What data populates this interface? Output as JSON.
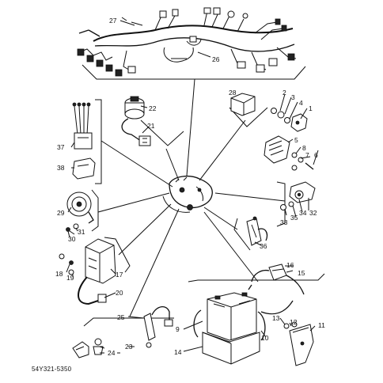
{
  "diagram": {
    "code": "54Y321-5350",
    "callouts": [
      {
        "id": "c1",
        "text": "1"
      },
      {
        "id": "c2",
        "text": "2"
      },
      {
        "id": "c3",
        "text": "3"
      },
      {
        "id": "c4",
        "text": "4"
      },
      {
        "id": "c5",
        "text": "5"
      },
      {
        "id": "c6",
        "text": "6"
      },
      {
        "id": "c7",
        "text": "7"
      },
      {
        "id": "c8",
        "text": "8"
      },
      {
        "id": "c9",
        "text": "9"
      },
      {
        "id": "c10",
        "text": "10"
      },
      {
        "id": "c11",
        "text": "11"
      },
      {
        "id": "c12",
        "text": "12"
      },
      {
        "id": "c13",
        "text": "13"
      },
      {
        "id": "c14",
        "text": "14"
      },
      {
        "id": "c15",
        "text": "15"
      },
      {
        "id": "c16",
        "text": "16"
      },
      {
        "id": "c17",
        "text": "17"
      },
      {
        "id": "c18",
        "text": "18"
      },
      {
        "id": "c19",
        "text": "19"
      },
      {
        "id": "c20",
        "text": "20"
      },
      {
        "id": "c21",
        "text": "21"
      },
      {
        "id": "c22",
        "text": "22"
      },
      {
        "id": "c23",
        "text": "23"
      },
      {
        "id": "c24",
        "text": "24"
      },
      {
        "id": "c25",
        "text": "25"
      },
      {
        "id": "c26",
        "text": "26"
      },
      {
        "id": "c27",
        "text": "27"
      },
      {
        "id": "c28",
        "text": "28"
      },
      {
        "id": "c29",
        "text": "29"
      },
      {
        "id": "c30",
        "text": "30"
      },
      {
        "id": "c31",
        "text": "31"
      },
      {
        "id": "c32",
        "text": "32"
      },
      {
        "id": "c33",
        "text": "33"
      },
      {
        "id": "c34",
        "text": "34"
      },
      {
        "id": "c35",
        "text": "35"
      },
      {
        "id": "c36",
        "text": "36"
      },
      {
        "id": "c37",
        "text": "37"
      },
      {
        "id": "c38",
        "text": "38"
      }
    ]
  }
}
